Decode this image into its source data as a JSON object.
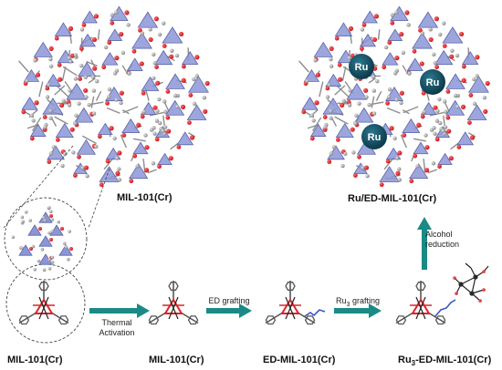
{
  "labels": {
    "mof_left": "MIL-101(Cr)",
    "mof_right": "Ru/ED-MIL-101(Cr)",
    "unit_start": "MIL-101(Cr)",
    "unit_activated": "MIL-101(Cr)",
    "unit_ed": "ED-MIL-101(Cr)",
    "unit_ru3_prefix": "Ru",
    "unit_ru3_sub": "3",
    "unit_ru3_suffix": "-ED-MIL-101(Cr)"
  },
  "steps": {
    "thermal_line1": "Thermal",
    "thermal_line2": "Activation",
    "ed_grafting": "ED grafting",
    "ru3_prefix": "Ru",
    "ru3_sub": "3",
    "ru3_suffix": " grafting",
    "alcohol_line1": "Alcohol",
    "alcohol_line2": "reduction"
  },
  "ru_particles": [
    "Ru",
    "Ru",
    "Ru"
  ],
  "colors": {
    "arrow_teal": "#1a8a86",
    "ru_ball": "#0e4a5c",
    "polyhedra": "#8c96d6",
    "oxygen": "#e0262c",
    "carbon": "#9a9a9a"
  }
}
